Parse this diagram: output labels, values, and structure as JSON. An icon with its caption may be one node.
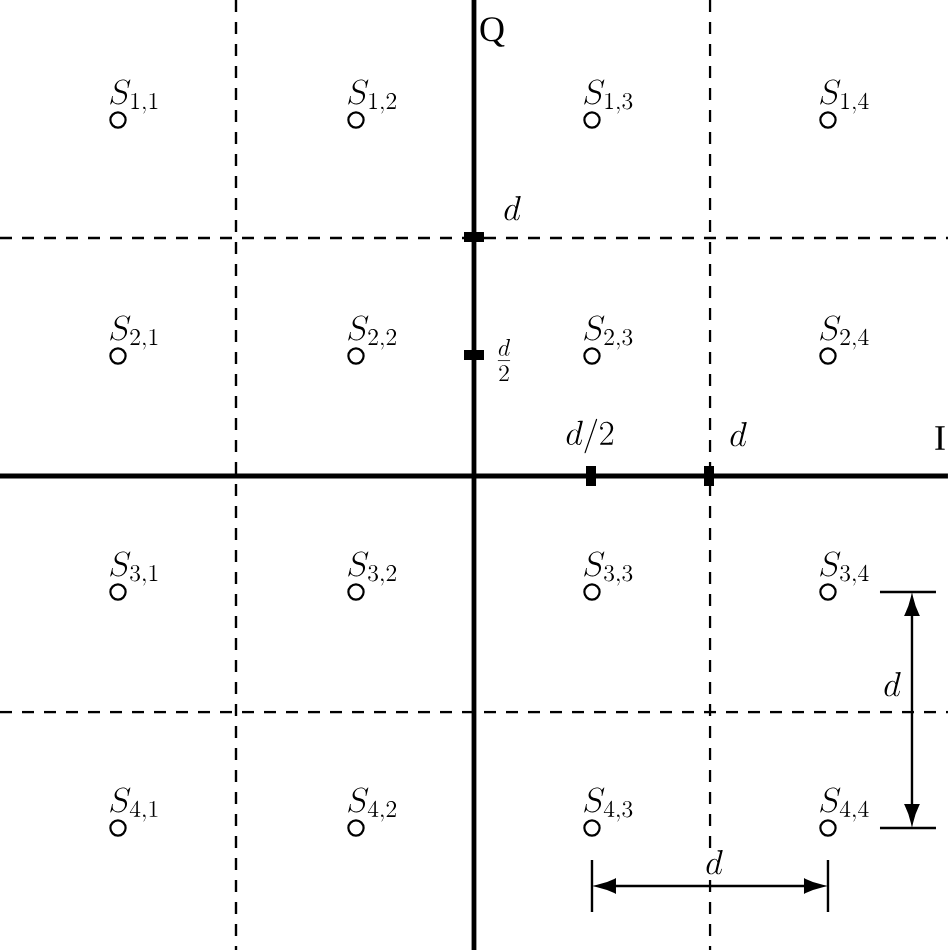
{
  "diagram": {
    "labels": [
      "Q",
      "S_{1,1}",
      "S_{1, 2}",
      "S_{1, 3}",
      "S_{1, 4}",
      "d",
      "S_{2,1}",
      "S_{2, 2}",
      "\\frac{d}{2}",
      "S_{2, 3}",
      "S_{2, 4}",
      "d/2",
      "d",
      "I",
      "S_{3,1}",
      "S_{3, 2}",
      "S_{3, 3}",
      "S_{3, 4}",
      "d",
      "S_{4,1}",
      "S_{4, 2}",
      "S_{4, 3}",
      "S_{4, 4}",
      "d"
    ]
  }
}
